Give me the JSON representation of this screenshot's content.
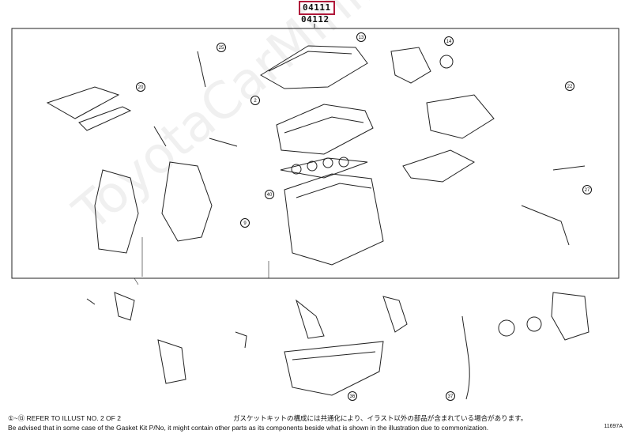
{
  "diagram": {
    "part_number_main": "04111",
    "part_number_sub": "04112",
    "figure_code": "11697A",
    "watermark": "ToyotaCarMini.ru"
  },
  "footer": {
    "line1": "①~⑬ REFER TO ILLUST NO. 2 OF 2",
    "line1_jp": "ガスケットキットの構成には共通化により、イラスト以外の部品が含まれている場合があります。",
    "line2": "Be advised that in some case of the Gasket Kit P/No, it might contain other parts as its components beside what is shown in the illustration due to commonization."
  }
}
